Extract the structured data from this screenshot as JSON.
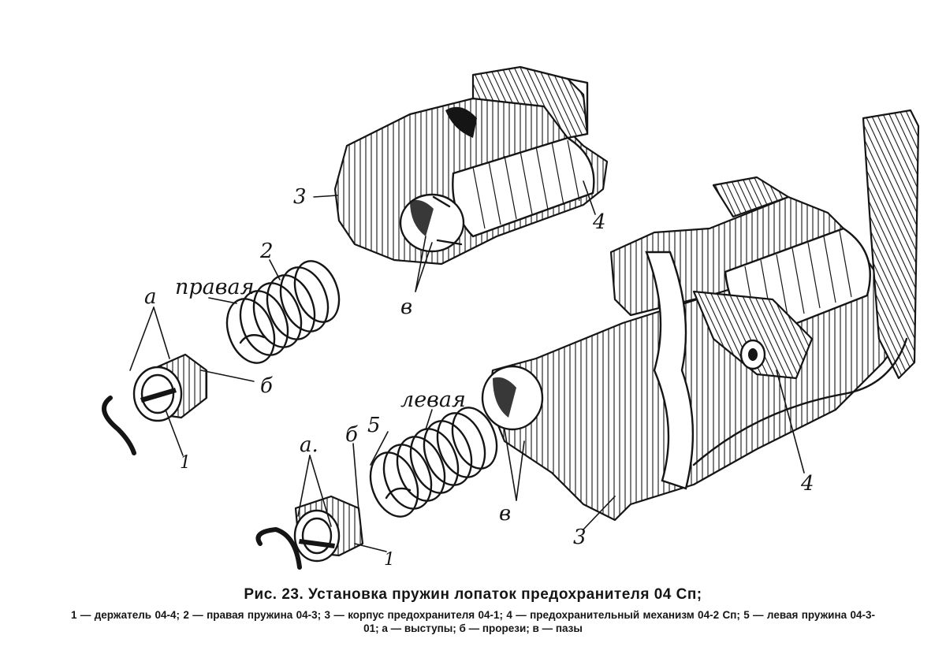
{
  "figure": {
    "labels": {
      "housing_top": "3",
      "mechanism_top": "4",
      "spring_right_num": "2",
      "spring_right_word": "правая",
      "protrusions_top": "а",
      "slot_top": "б",
      "holder_top": "1",
      "grooves_top": "в",
      "protrusions_bottom": "а.",
      "slot_bottom": "б",
      "spring_left_num": "5",
      "spring_left_word": "левая",
      "holder_bottom": "1",
      "grooves_bottom": "в",
      "housing_bottom": "3",
      "mechanism_bottom": "4"
    }
  },
  "caption": {
    "title": "Рис. 23. Установка пружин лопаток предохранителя 04 Сп;",
    "legend": "1 — держатель 04-4; 2 — правая пружина 04-3; 3 — корпус предохранителя 04-1; 4 — предохранительный механизм 04-2 Сп; 5 — левая пружина 04-3-01; а — выступы; б — прорези; в — пазы"
  }
}
